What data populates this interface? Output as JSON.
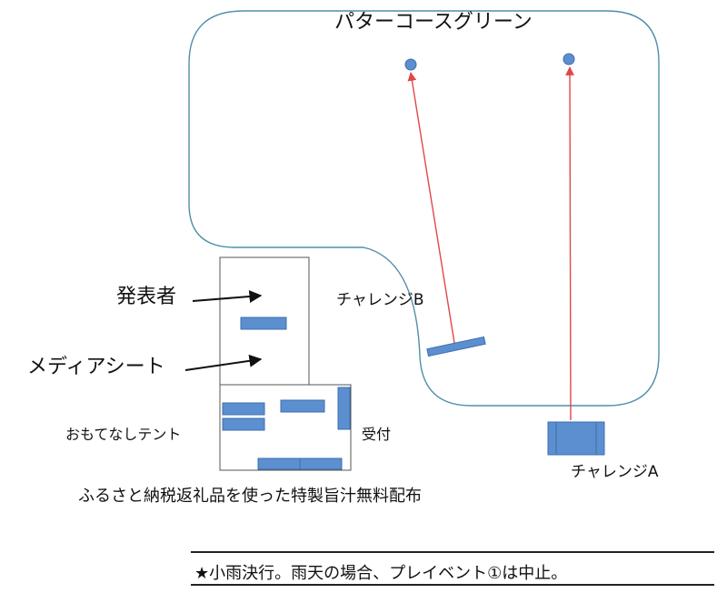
{
  "labels": {
    "putting_green": "パターコースグリーン",
    "presenter": "発表者",
    "media_seat": "メディアシート",
    "tent": "おもてなしテント",
    "reception": "受付",
    "challenge_b": "チャレンジB",
    "challenge_a": "チャレンジA",
    "giveaway": "ふるさと納税返礼品を使った特製旨汁無料配布"
  },
  "notice": {
    "text": "★小雨決行。雨天の場合、プレイベント①は中止。"
  },
  "colors": {
    "green_outline": "#4f8fa8",
    "equipment_fill": "#5b8fd0",
    "equipment_stroke": "#3d6fae",
    "trajectory": "#e04848",
    "arrow": "#111111",
    "building_stroke": "#555555"
  }
}
